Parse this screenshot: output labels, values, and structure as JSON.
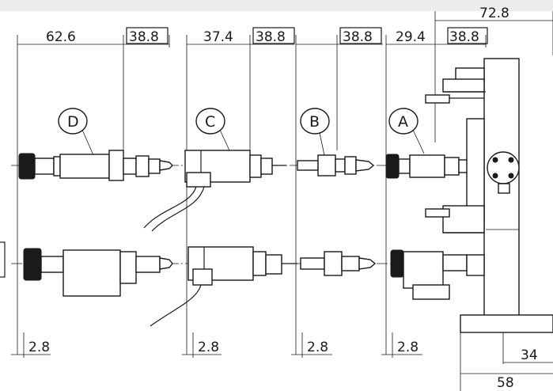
{
  "dimensions": {
    "d_length": "62.6",
    "d_box": "38.8",
    "c_length": "37.4",
    "c_box": "38.8",
    "b_box": "38.8",
    "a_length": "29.4",
    "a_box": "38.8",
    "top_right": "72.8",
    "offset_1": "2.8",
    "offset_2": "2.8",
    "offset_3": "2.8",
    "offset_4": "2.8",
    "bottom_right_1": "34",
    "bottom_right_2": "58"
  },
  "labels": {
    "d": "D",
    "c": "C",
    "b": "B",
    "a": "A"
  }
}
